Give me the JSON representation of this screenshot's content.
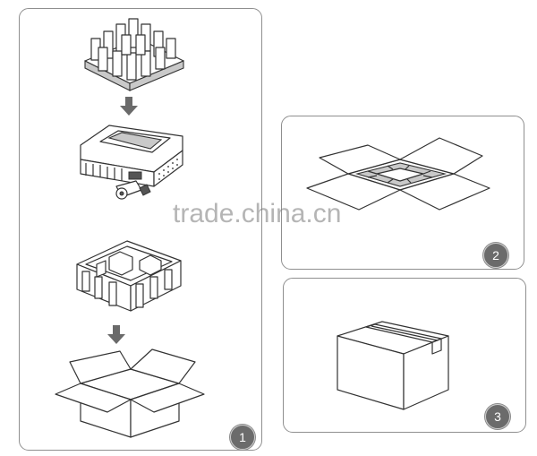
{
  "steps": [
    {
      "number": "1"
    },
    {
      "number": "2"
    },
    {
      "number": "3"
    }
  ],
  "watermark": "trade.china.cn",
  "colors": {
    "badge_fill": "#6b6b6b",
    "panel_border": "#8f8f8f",
    "arrow": "#6a6a6a"
  }
}
